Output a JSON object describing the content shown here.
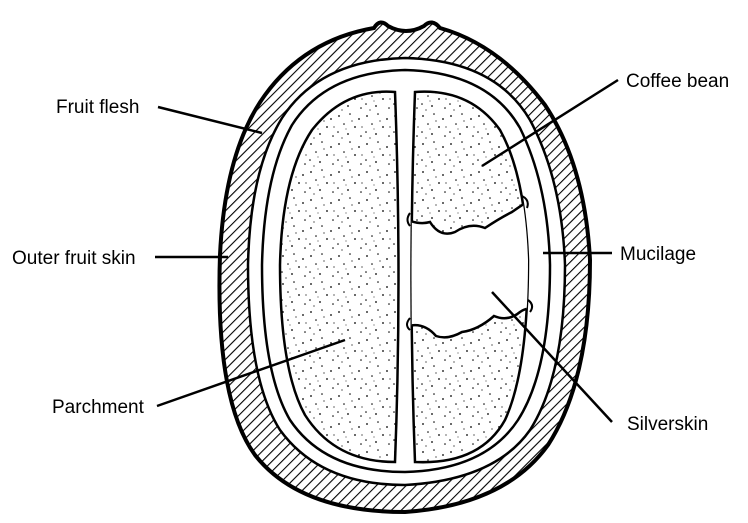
{
  "labels": {
    "fruit_flesh": "Fruit flesh",
    "outer_fruit_skin": "Outer fruit skin",
    "parchment": "Parchment",
    "coffee_bean": "Coffee bean",
    "mucilage": "Mucilage",
    "silverskin": "Silverskin"
  },
  "colors": {
    "ink": "#000000",
    "background": "#ffffff"
  }
}
